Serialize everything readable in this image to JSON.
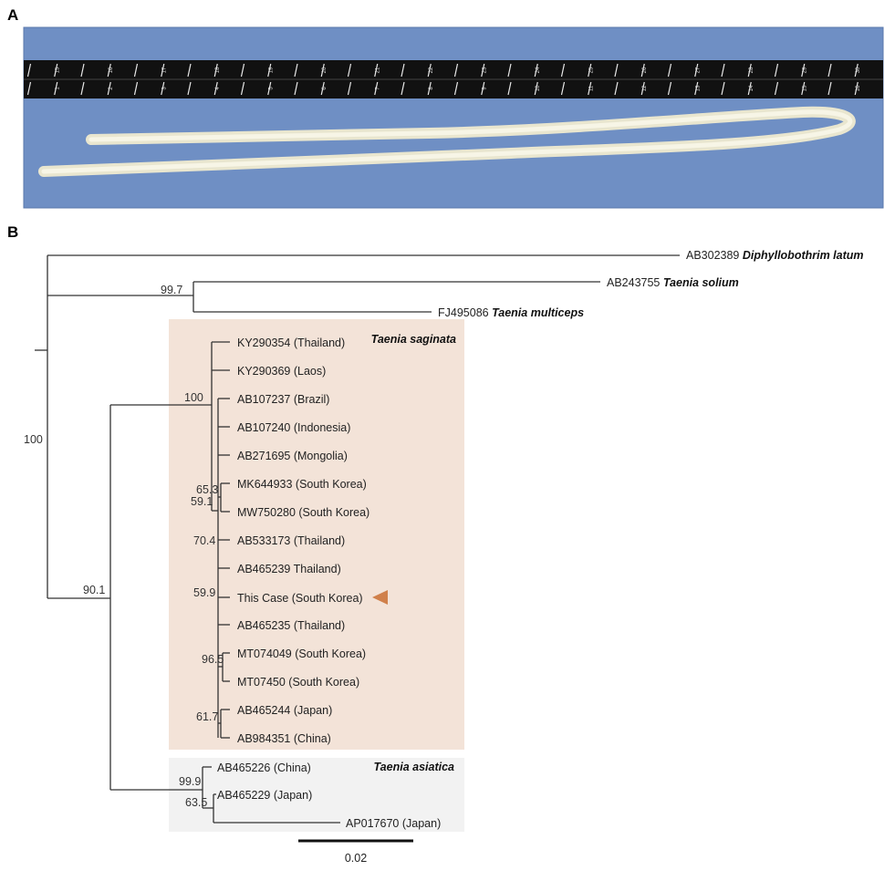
{
  "panel_a": {
    "label": "A",
    "colors": {
      "background": "#6f8fc4",
      "ruler": "#111111",
      "worm": "#e9e6cf"
    },
    "ruler_upper_numbers": [
      "15",
      "16",
      "17",
      "18",
      "19",
      "20",
      "21",
      "22",
      "23",
      "24",
      "25",
      "26",
      "27",
      "28",
      "29",
      "30"
    ],
    "ruler_lower_numbers": [
      "1",
      "2",
      "3",
      "4",
      "5",
      "6",
      "7",
      "8",
      "9",
      "10",
      "11",
      "12",
      "13",
      "14",
      "15",
      "16"
    ]
  },
  "panel_b": {
    "label": "B",
    "scale_label": "0.02",
    "colors": {
      "saginata_box": "#f3e3d8",
      "asiatica_box": "#f2f2f2",
      "arrow": "#d0804b",
      "branch": "#333333"
    },
    "outgroups": [
      {
        "acc": "AB302389",
        "species": "Diphyllobothrim latum"
      },
      {
        "acc": "AB243755",
        "species": "Taenia solium"
      },
      {
        "acc": "FJ495086",
        "species": "Taenia multiceps"
      }
    ],
    "saginata_clade": "Taenia saginata",
    "asiatica_clade": "Taenia asiatica",
    "saginata_tips": [
      "KY290354 (Thailand)",
      "KY290369 (Laos)",
      "AB107237 (Brazil)",
      "AB107240 (Indonesia)",
      "AB271695 (Mongolia)",
      "MK644933 (South Korea)",
      "MW750280 (South Korea)",
      "AB533173 (Thailand)",
      "AB465239 Thailand)",
      "This Case (South Korea)",
      "AB465235 (Thailand)",
      "MT074049 (South Korea)",
      "MT07450 (South Korea)",
      "AB465244 (Japan)",
      "AB984351 (China)"
    ],
    "asiatica_tips": [
      "AB465226 (China)",
      "AB465229 (Japan)",
      "AP017670 (Japan)"
    ],
    "support_values": {
      "root": "100",
      "solium_multiceps": "99.7",
      "taenia_main": "90.1",
      "saginata": "100",
      "s_65_3": "65.3",
      "s_59_1": "59.1",
      "s_70_4": "70.4",
      "s_59_9": "59.9",
      "s_96_5": "96.5",
      "s_61_7": "61.7",
      "asiatica": "99.9",
      "a_63_5": "63.5"
    }
  }
}
